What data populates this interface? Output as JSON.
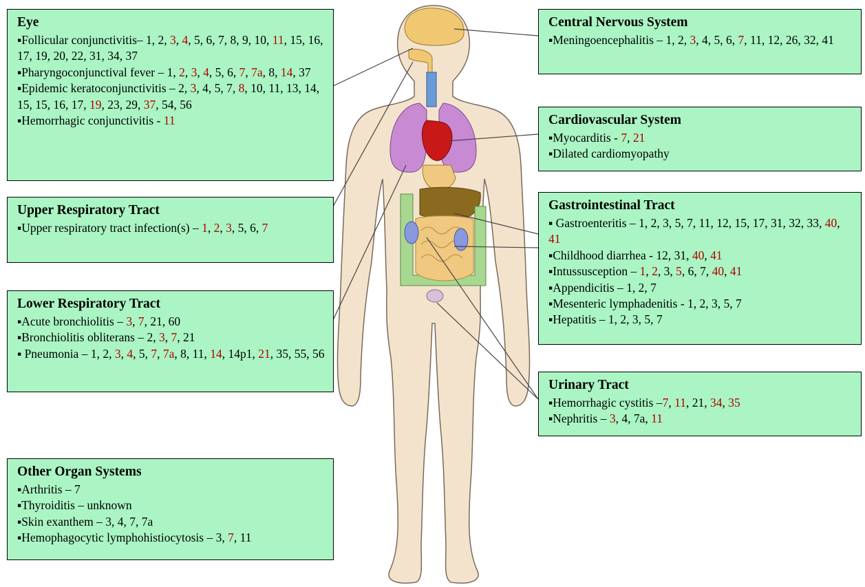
{
  "colors": {
    "box_fill": "#aaf5c3",
    "highlight_number": "#b00000",
    "body_skin": "#f3e3cc",
    "body_outline": "#7a6a5a",
    "brain": "#f0c872",
    "lungs": "#c88ad2",
    "heart": "#c81818",
    "liver": "#8a6a1e",
    "intestine": "#f0c880",
    "kidney": "#8899dd",
    "colon": "#a8d890"
  },
  "sections": [
    {
      "id": "eye",
      "title": "Eye",
      "items": [
        {
          "text": "▪Follicular conjunctivitis– 1, 2, ",
          "parts": [
            [
              "▪Follicular conjunctivitis– 1, 2, ",
              false
            ],
            [
              "3",
              true
            ],
            [
              ", ",
              false
            ],
            [
              "4",
              true
            ],
            [
              ", 5, 6, 7, 8, 9, 10, ",
              false
            ],
            [
              "11",
              true
            ],
            [
              ", 15, 16, 17, 19, 20, 22, 31, 34, 37",
              false
            ]
          ]
        },
        {
          "text": "",
          "parts": [
            [
              "▪Pharyngoconjunctival fever – 1, ",
              false
            ],
            [
              "2",
              true
            ],
            [
              ", ",
              false
            ],
            [
              "3",
              true
            ],
            [
              ", ",
              false
            ],
            [
              "4",
              true
            ],
            [
              ", 5, 6, ",
              false
            ],
            [
              "7",
              true
            ],
            [
              ", ",
              false
            ],
            [
              "7a",
              true
            ],
            [
              ", 8, ",
              false
            ],
            [
              "14",
              true
            ],
            [
              ", 37",
              false
            ]
          ]
        },
        {
          "text": "",
          "parts": [
            [
              "▪Epidemic keratoconjunctivitis – 2, ",
              false
            ],
            [
              "3",
              true
            ],
            [
              ", 4, 5, 7, ",
              false
            ],
            [
              "8",
              true
            ],
            [
              ", 10, 11, 13, 14, 15, 15, 16, 17, ",
              false
            ],
            [
              "19",
              true
            ],
            [
              ", 23, 29, ",
              false
            ],
            [
              "37",
              true
            ],
            [
              ", 54, 56",
              false
            ]
          ]
        },
        {
          "text": "",
          "parts": [
            [
              "▪Hemorrhagic conjunctivitis - ",
              false
            ],
            [
              "11",
              true
            ]
          ]
        }
      ]
    },
    {
      "id": "upper_resp",
      "title": "Upper Respiratory Tract",
      "items": [
        {
          "text": "",
          "parts": [
            [
              "▪Upper respiratory tract infection(s) – ",
              false
            ],
            [
              "1",
              true
            ],
            [
              ", ",
              false
            ],
            [
              "2",
              true
            ],
            [
              ", ",
              false
            ],
            [
              "3",
              true
            ],
            [
              ", 5, 6, ",
              false
            ],
            [
              "7",
              true
            ]
          ]
        }
      ]
    },
    {
      "id": "lower_resp",
      "title": "Lower Respiratory Tract",
      "items": [
        {
          "text": "",
          "parts": [
            [
              "▪Acute bronchiolitis – ",
              false
            ],
            [
              "3",
              true
            ],
            [
              ", ",
              false
            ],
            [
              "7",
              true
            ],
            [
              ", 21, 60",
              false
            ]
          ]
        },
        {
          "text": "",
          "parts": [
            [
              "▪Bronchiolitis obliterans – 2, ",
              false
            ],
            [
              "3",
              true
            ],
            [
              ", ",
              false
            ],
            [
              "7",
              true
            ],
            [
              ", 21",
              false
            ]
          ]
        },
        {
          "text": "",
          "parts": [
            [
              "▪ Pneumonia – 1, 2, ",
              false
            ],
            [
              "3",
              true
            ],
            [
              ", ",
              false
            ],
            [
              "4",
              true
            ],
            [
              ", 5, ",
              false
            ],
            [
              "7",
              true
            ],
            [
              ", ",
              false
            ],
            [
              "7a",
              true
            ],
            [
              ", 8, 11, ",
              false
            ],
            [
              "14",
              true
            ],
            [
              ", 14p1, ",
              false
            ],
            [
              "21",
              true
            ],
            [
              ", 35, 55, 56",
              false
            ]
          ]
        }
      ]
    },
    {
      "id": "other",
      "title": "Other Organ Systems",
      "items": [
        {
          "text": "",
          "parts": [
            [
              "▪Arthritis – 7",
              false
            ]
          ]
        },
        {
          "text": "",
          "parts": [
            [
              "▪Thyroiditis – unknown",
              false
            ]
          ]
        },
        {
          "text": "",
          "parts": [
            [
              "▪Skin exanthem – 3, 4, 7, 7a",
              false
            ]
          ]
        },
        {
          "text": "",
          "parts": [
            [
              "▪Hemophagocytic  lymphohistiocytosis – 3, ",
              false
            ],
            [
              "7",
              true
            ],
            [
              ", 11",
              false
            ]
          ]
        }
      ]
    },
    {
      "id": "cns",
      "title": "Central Nervous System",
      "items": [
        {
          "text": "",
          "parts": [
            [
              "▪Meningoencephalitis – 1, 2, ",
              false
            ],
            [
              "3",
              true
            ],
            [
              ", 4, 5, 6, ",
              false
            ],
            [
              "7",
              true
            ],
            [
              ", 11, 12, 26, 32, 41",
              false
            ]
          ]
        }
      ]
    },
    {
      "id": "cardio",
      "title": "Cardiovascular System",
      "items": [
        {
          "text": "",
          "parts": [
            [
              "▪Myocarditis - ",
              false
            ],
            [
              "7",
              true
            ],
            [
              ", ",
              false
            ],
            [
              "21",
              true
            ]
          ]
        },
        {
          "text": "",
          "parts": [
            [
              "▪Dilated cardiomyopathy",
              false
            ]
          ]
        }
      ]
    },
    {
      "id": "gi",
      "title": "Gastrointestinal Tract",
      "items": [
        {
          "text": "",
          "parts": [
            [
              "▪ Gastroenteritis – 1, 2, 3, 5, 7, 11, 12, 15, 17, 31, 32, 33, ",
              false
            ],
            [
              "40",
              true
            ],
            [
              ", ",
              false
            ],
            [
              "41",
              true
            ]
          ]
        },
        {
          "text": "",
          "parts": [
            [
              "▪Childhood diarrhea - 12, 31, ",
              false
            ],
            [
              "40",
              true
            ],
            [
              ", ",
              false
            ],
            [
              "41",
              true
            ]
          ]
        },
        {
          "text": "",
          "parts": [
            [
              "▪Intussusception – ",
              false
            ],
            [
              "1",
              true
            ],
            [
              ", ",
              false
            ],
            [
              "2",
              true
            ],
            [
              ", 3, ",
              false
            ],
            [
              "5",
              true
            ],
            [
              ", 6, 7, ",
              false
            ],
            [
              "40",
              true
            ],
            [
              ", ",
              false
            ],
            [
              "41",
              true
            ]
          ]
        },
        {
          "text": "",
          "parts": [
            [
              "▪Appendicitis – 1, 2, 7",
              false
            ]
          ]
        },
        {
          "text": "",
          "parts": [
            [
              "▪Mesenteric lymphadenitis - 1, 2, 3, 5, 7",
              false
            ]
          ]
        },
        {
          "text": "",
          "parts": [
            [
              "▪Hepatitis – 1, 2, 3, 5, 7",
              false
            ]
          ]
        }
      ]
    },
    {
      "id": "urinary",
      "title": "Urinary Tract",
      "items": [
        {
          "text": "",
          "parts": [
            [
              "▪Hemorrhagic cystitis –",
              false
            ],
            [
              "7",
              true
            ],
            [
              ", ",
              false
            ],
            [
              "11",
              true
            ],
            [
              ", 21, ",
              false
            ],
            [
              "34",
              true
            ],
            [
              ", ",
              false
            ],
            [
              "35",
              true
            ]
          ]
        },
        {
          "text": "",
          "parts": [
            [
              "▪Nephritis – ",
              false
            ],
            [
              "3",
              true
            ],
            [
              ", 4, 7a, ",
              false
            ],
            [
              "11",
              true
            ]
          ]
        }
      ]
    }
  ]
}
